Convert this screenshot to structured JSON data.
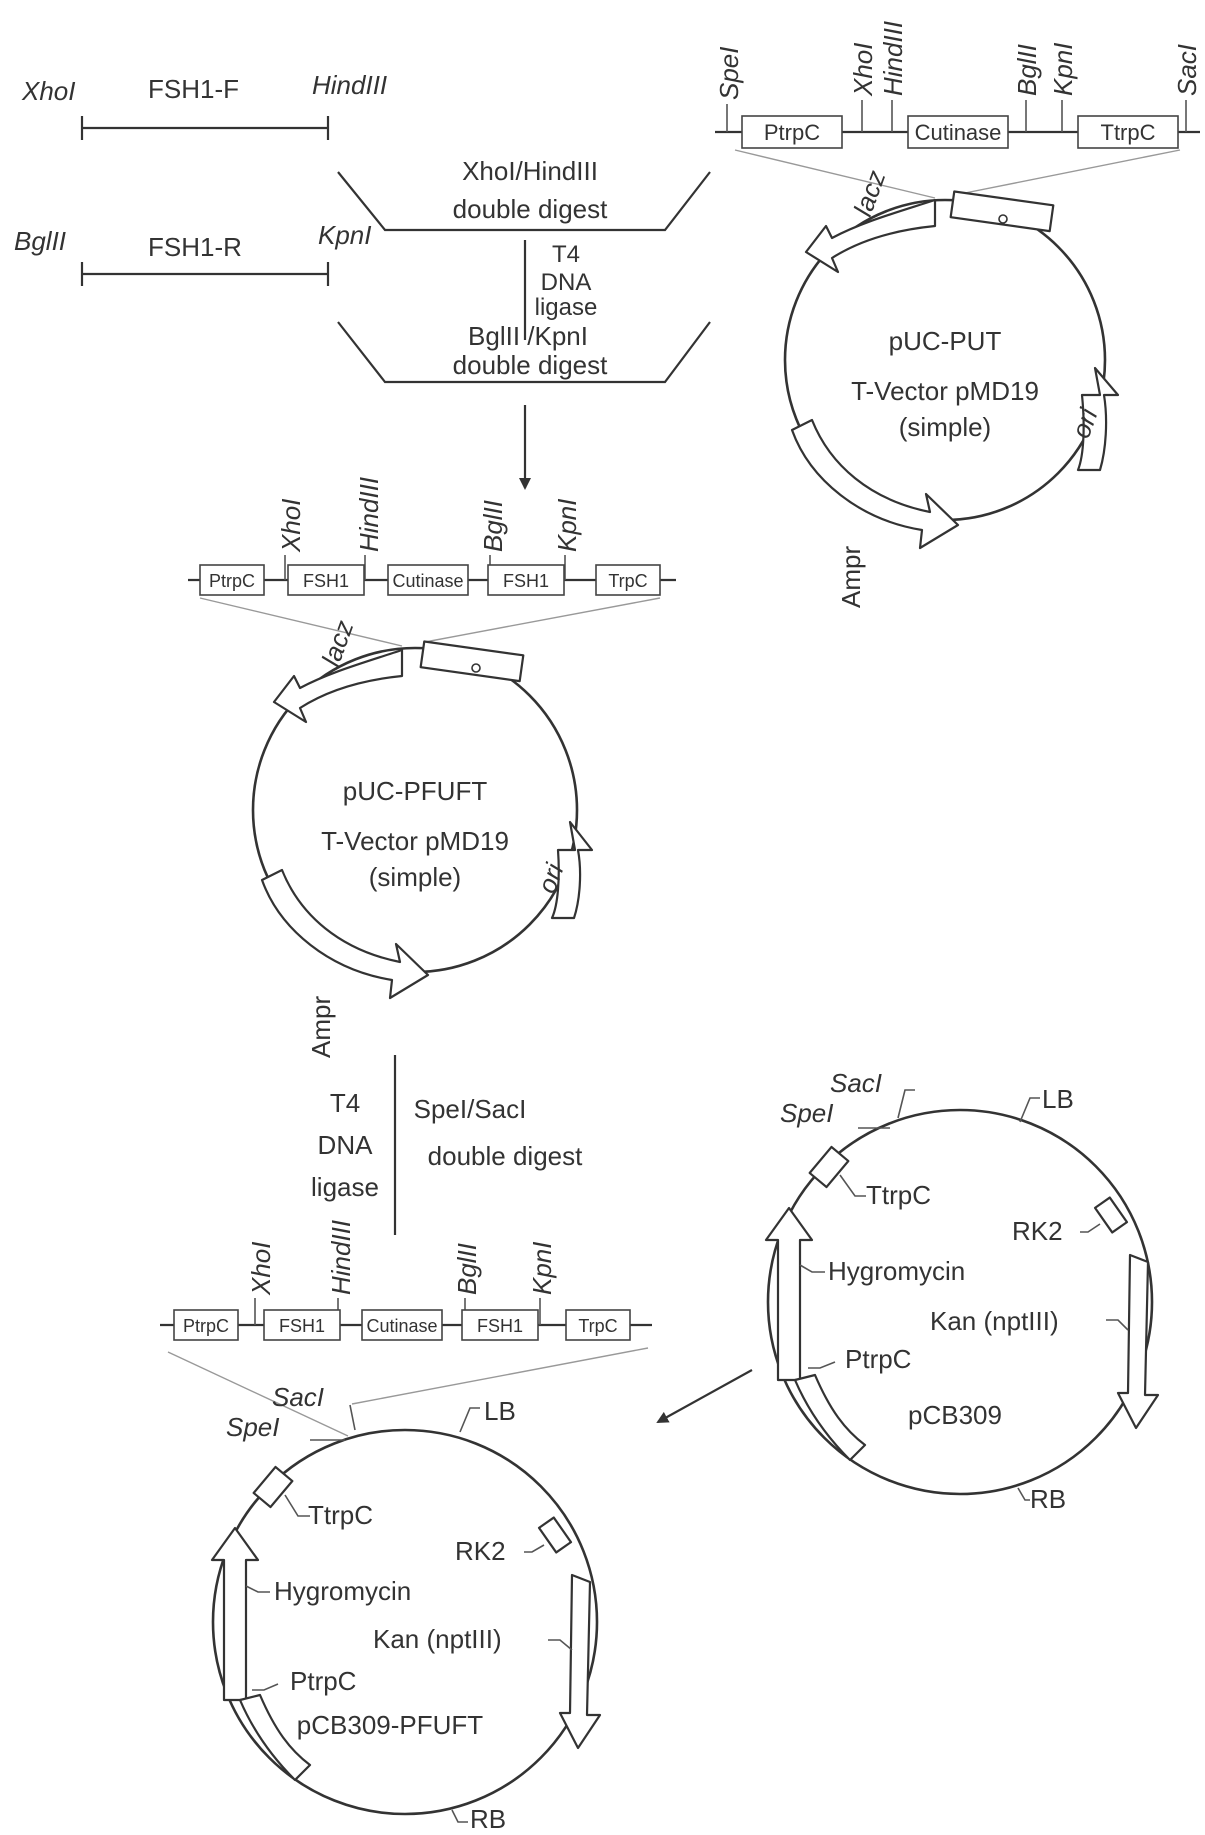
{
  "fragments": {
    "f": {
      "left": "XhoI",
      "name": "FSH1-F",
      "right": "HindIII"
    },
    "r": {
      "left": "BglII",
      "name": "FSH1-R",
      "right": "KpnI"
    }
  },
  "steps": {
    "digest1": [
      "XhoI/HindIII",
      "double digest"
    ],
    "ligase1": [
      "T4",
      "DNA",
      "ligase"
    ],
    "digest2": [
      "BglII /KpnI",
      "double digest"
    ],
    "ligase2": [
      "T4",
      "DNA",
      "ligase"
    ],
    "digest3": [
      "SpeI/SacI",
      "double digest"
    ]
  },
  "pucput": {
    "sites": [
      "SpeI",
      "XhoI",
      "HindIII",
      "BglII",
      "KpnI",
      "SacI"
    ],
    "boxes": [
      "PtrpC",
      "Cutinase",
      "TtrpC"
    ],
    "name": "pUC-PUT",
    "vector": [
      "T-Vector pMD19",
      "(simple)"
    ],
    "labels": {
      "lacz": "lacz",
      "ori": "ori",
      "amp": "Ampr"
    }
  },
  "pucpfuft": {
    "sites": [
      "XhoI",
      "HindIII",
      "BglII",
      "KpnI"
    ],
    "boxes": [
      "PtrpC",
      "FSH1",
      "Cutinase",
      "FSH1",
      "TrpC"
    ],
    "name": "pUC-PFUFT",
    "vector": [
      "T-Vector pMD19",
      "(simple)"
    ],
    "labels": {
      "lacz": "lacz",
      "ori": "ori",
      "amp": "Ampr"
    }
  },
  "cassette": {
    "sites": [
      "XhoI",
      "HindIII",
      "BglII",
      "KpnI"
    ],
    "boxes": [
      "PtrpC",
      "FSH1",
      "Cutinase",
      "FSH1",
      "TrpC"
    ]
  },
  "pcb309": {
    "name": "pCB309",
    "labels": [
      "SacI",
      "SpeI",
      "LB",
      "TtrpC",
      "RK2",
      "Hygromycin",
      "Kan (nptIII)",
      "PtrpC",
      "RB"
    ]
  },
  "pcb309pfuft": {
    "name": "pCB309-PFUFT",
    "labels": [
      "SacI",
      "SpeI",
      "LB",
      "TtrpC",
      "RK2",
      "Hygromycin",
      "Kan (nptIII)",
      "PtrpC",
      "RB"
    ]
  },
  "colors": {
    "ink": "#333333",
    "background": "#ffffff"
  }
}
